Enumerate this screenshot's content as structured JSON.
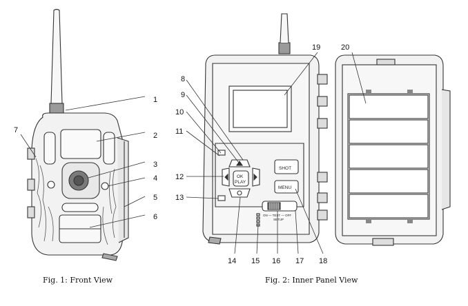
{
  "figures": [
    {
      "caption": "Fig. 1: Front View",
      "callouts": [
        "1",
        "2",
        "3",
        "4",
        "5",
        "6",
        "7"
      ]
    },
    {
      "caption": "Fig. 2: Inner Panel View",
      "callouts": [
        "8",
        "9",
        "10",
        "11",
        "12",
        "13",
        "14",
        "15",
        "16",
        "17",
        "18",
        "19",
        "20"
      ]
    }
  ],
  "buttons": {
    "ok": "OK",
    "play": "PLAY",
    "shot": "SHOT",
    "menu": "MENU",
    "switch_text": "ON — TEST — OFF",
    "switch_sub": "SETUP"
  },
  "colors": {
    "line": "#333333",
    "body_fill": "#f2f2f2",
    "dark_fill": "#6e6e6e",
    "page_bg": "#ffffff"
  }
}
